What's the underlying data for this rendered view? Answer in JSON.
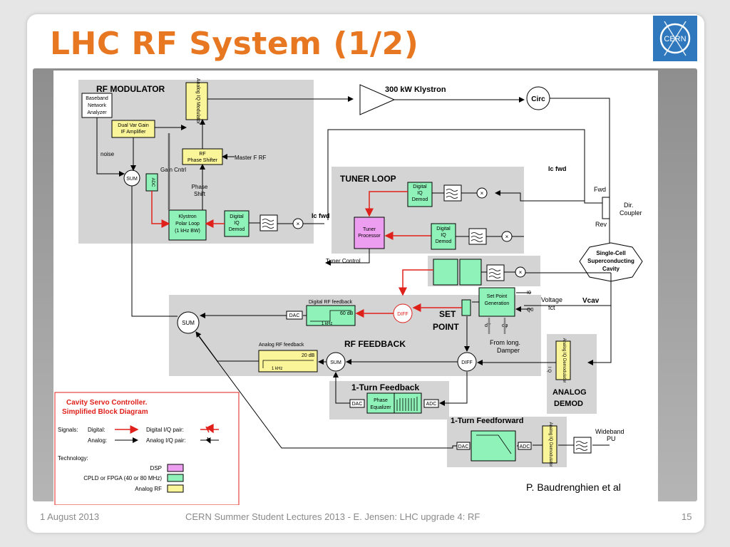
{
  "slide": {
    "title": "LHC RF System (1/2)",
    "footer_date": "1 August 2013",
    "footer_center": "CERN Summer Student Lectures 2013 - E. Jensen: LHC upgrade 4: RF",
    "slide_number": "15",
    "credit": "P. Baudrenghien et al",
    "logo_text": "CERN",
    "accent_color": "#e87722"
  },
  "diagram": {
    "sections": {
      "rf_modulator": "RF MODULATOR",
      "tuner_loop": "TUNER LOOP",
      "rf_feedback": "RF FEEDBACK",
      "one_turn_feedback": "1-Turn Feedback",
      "one_turn_feedforward": "1-Turn Feedforward",
      "analog_demod": [
        "ANALOG",
        "DEMOD"
      ],
      "set_point": [
        "SET",
        "POINT"
      ]
    },
    "blocks": {
      "baseband_analyzer": [
        "Baseband",
        "Network",
        "Analyzer"
      ],
      "analog_iq_modulator": "Analog IQ Modulator",
      "dual_var_gain": [
        "Dual Var Gain",
        "IF Amplifier"
      ],
      "rf_phase_shifter": [
        "RF",
        "Phase Shifter"
      ],
      "klystron_polar_loop": [
        "Klystron",
        "Polar Loop",
        "(1 kHz BW)"
      ],
      "digital_iq_demod": [
        "Digital",
        "IQ",
        "Demod"
      ],
      "tuner_processor": [
        "Tuner",
        "Processor"
      ],
      "set_point_generation": [
        "Set Point",
        "Generation"
      ],
      "phase_equalizer": [
        "Phase",
        "Equalizer"
      ],
      "analog_iq_demodulator": "Analog IQ Demodulator",
      "klystron": "300 kW Klystron",
      "circ": "Circ",
      "cavity": [
        "Single-Cell",
        "Superconducting",
        "Cavity"
      ],
      "sum": "SUM",
      "diff": "DIFF",
      "dac": "DAC",
      "adc": "ADC",
      "digital_rf_feedback": "Digital RF feedback",
      "analog_rf_feedback": "Analog RF feedback",
      "sixty_db": "60 dB",
      "twenty_db": "20 dB",
      "one_khz": "1 kHz"
    },
    "labels": {
      "noise": "noise",
      "gain_cntrl": "Gain Cntrl",
      "phase_shift": [
        "Phase",
        "Shift"
      ],
      "master_f_rf": "Master F RF",
      "ic_fwd": "Ic fwd",
      "fwd": "Fwd",
      "rev": "Rev",
      "dir_coupler": [
        "Dir.",
        "Coupler"
      ],
      "tuner_control": "Tuner Control",
      "vcav": "Vcav",
      "voltage_fct": [
        "Voltage",
        "fct"
      ],
      "i0": "I0",
      "q0": "Q0",
      "dy": "dY",
      "dphi": "dφ",
      "from_long_damper": [
        "From long.",
        "Damper"
      ],
      "wideband_pu": [
        "Wideband",
        "PU"
      ],
      "iq": "I Q"
    },
    "legend": {
      "title": [
        "Cavity Servo Controller.",
        "Simplified Block Diagram"
      ],
      "signals": "Signals:",
      "digital": "Digital:",
      "analog": "Analog:",
      "digital_iq_pair": "Digital I/Q pair:",
      "analog_iq_pair": "Analog I/Q pair:",
      "technology": "Technology:",
      "dsp": "DSP",
      "cpld": "CPLD or FPGA (40 or 80 MHz)",
      "analog_rf": "Analog RF",
      "dsp_color": "#ee9ef0",
      "cpld_color": "#8ff2b8",
      "analog_rf_color": "#fbf59a"
    }
  }
}
